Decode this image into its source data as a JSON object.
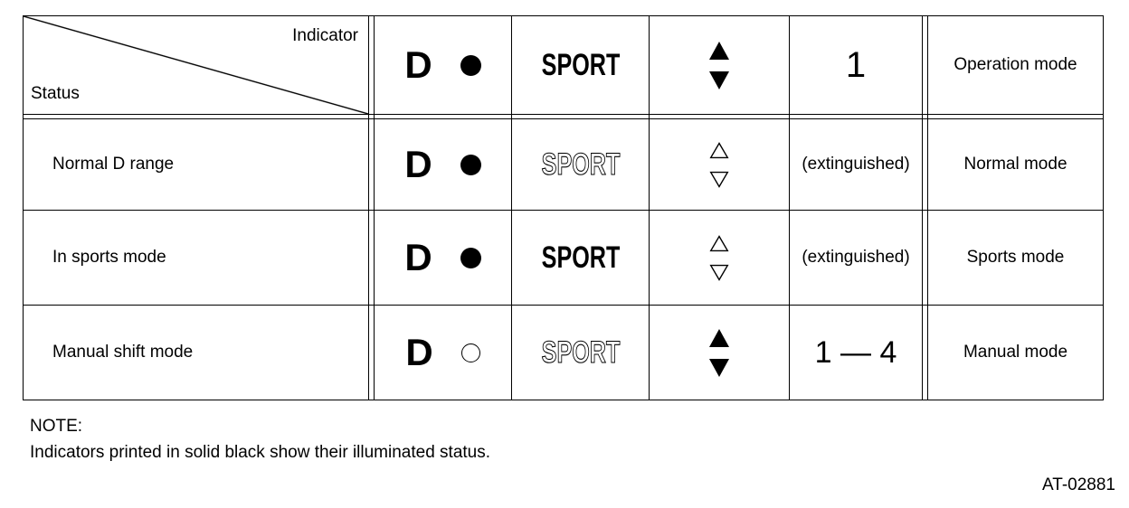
{
  "colors": {
    "ink": "#000000",
    "paper": "#ffffff"
  },
  "icons": {
    "filled_circle": "●",
    "hollow_circle": "○",
    "up_triangle_solid": "▲",
    "down_triangle_solid": "▼",
    "up_triangle_outline": "△",
    "down_triangle_outline": "▽"
  },
  "table": {
    "corner": {
      "indicator_label": "Indicator",
      "status_label": "Status"
    },
    "header": {
      "d_letter": "D",
      "d_circle": "filled",
      "sport_label": "SPORT",
      "sport_state": "lit",
      "arrows_state": "lit",
      "gear_label": "1",
      "operation_mode_label": "Operation mode"
    },
    "rows": [
      {
        "status": "Normal D range",
        "d_letter": "D",
        "d_circle": "filled",
        "sport_label": "SPORT",
        "sport_state": "unlit",
        "arrows_state": "unlit",
        "gear": "(extinguished)",
        "mode": "Normal mode"
      },
      {
        "status": "In sports mode",
        "d_letter": "D",
        "d_circle": "filled",
        "sport_label": "SPORT",
        "sport_state": "lit",
        "arrows_state": "unlit",
        "gear": "(extinguished)",
        "mode": "Sports mode"
      },
      {
        "status": "Manual shift mode",
        "d_letter": "D",
        "d_circle": "hollow",
        "sport_label": "SPORT",
        "sport_state": "unlit",
        "arrows_state": "lit",
        "gear": "1 — 4",
        "mode": "Manual mode"
      }
    ]
  },
  "note": {
    "title": "NOTE:",
    "body": "Indicators printed in solid black show their illuminated status."
  },
  "figure_code": "AT-02881"
}
